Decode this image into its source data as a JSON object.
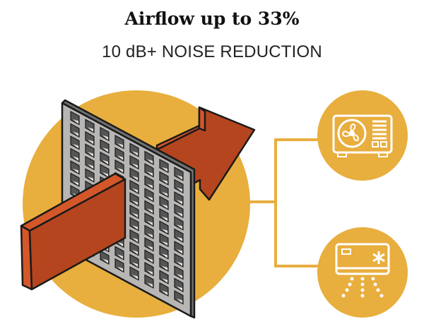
{
  "header": {
    "title": "Airflow up to 33%",
    "subtitle": "10 dB+ NOISE REDUCTION"
  },
  "colors": {
    "gold": "#E8AE3E",
    "arrow": "#B5451E",
    "arrow_light": "#D4572A",
    "panel": "#B8B6B4",
    "outline": "#1A1A1A"
  },
  "illustration": {
    "grille_columns": 8,
    "grille_rows": 11,
    "icons": [
      "outdoor-ac-unit-icon",
      "indoor-ac-unit-icon"
    ]
  }
}
